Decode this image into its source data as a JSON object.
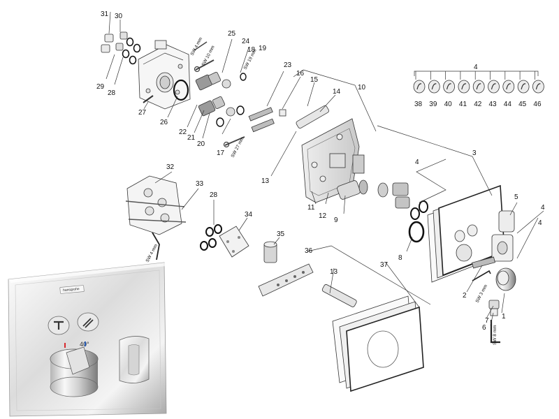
{
  "labels": {
    "p1": "1",
    "p2": "2",
    "p3": "3",
    "p4a": "4",
    "p4b": "4",
    "p4c": "4",
    "p4d": "4",
    "p5": "5",
    "p6": "6",
    "p7": "7",
    "p8": "8",
    "p9": "9",
    "p10": "10",
    "p11": "11",
    "p12": "12",
    "p13a": "13",
    "p13b": "13",
    "p14": "14",
    "p15": "15",
    "p16": "16",
    "p17": "17",
    "p18": "18",
    "p19": "19",
    "p20": "20",
    "p21": "21",
    "p22": "22",
    "p23": "23",
    "p24": "24",
    "p25": "25",
    "p26": "26",
    "p27": "27",
    "p28a": "28",
    "p28b": "28",
    "p29": "29",
    "p30": "30",
    "p31": "31",
    "p32": "32",
    "p33": "33",
    "p34": "34",
    "p35": "35",
    "p36": "36",
    "p37": "37",
    "p38": "38",
    "p39": "39",
    "p40": "40",
    "p41": "41",
    "p42": "42",
    "p43": "43",
    "p44": "44",
    "p45": "45",
    "p46": "46"
  },
  "tools": {
    "sw4_top": "SW 4 mm",
    "sw10": "SW 10 mm",
    "sw19": "SW 19 mm",
    "sw27": "SW 27 mm",
    "sw4_left": "SW 4 mm",
    "sw3": "SW 3 mm",
    "sw8": "SW 8 mm"
  },
  "product": {
    "brand": "hansgrohe",
    "temperature": "40°"
  },
  "colors": {
    "chrome_light": "#f2f2f2",
    "chrome_dark": "#8c8c8c",
    "line": "#333333",
    "hot_marker": "#d8282d",
    "cold_marker": "#2a5fb8"
  }
}
